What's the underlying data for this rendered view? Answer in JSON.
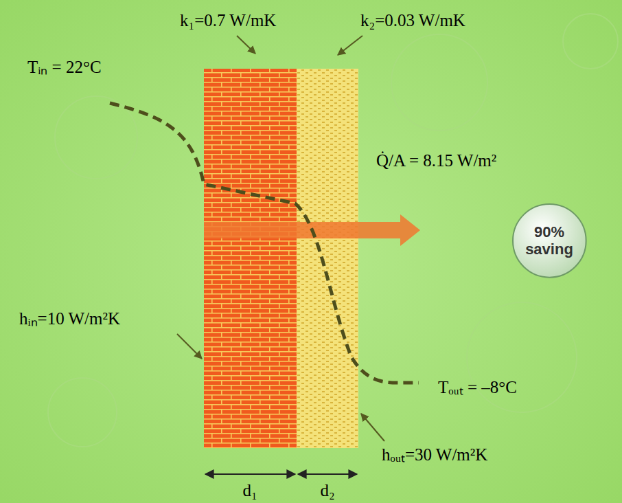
{
  "diagram": {
    "nodes": [
      {
        "text": [
          "90% saving"
        ]
      }
    ],
    "labels": [
      "k₁=0.7 W/mK",
      "k₂=0.03 W/mK",
      "Tᵢₙ = 22°C",
      "Q̇/A = 8.15 W/m²",
      "hᵢₙ=10 W/m²K",
      "Tₒᵤₜ = –8°C",
      "hₒᵤₜ=30 W/m²K",
      "d₁",
      "d₂"
    ]
  }
}
